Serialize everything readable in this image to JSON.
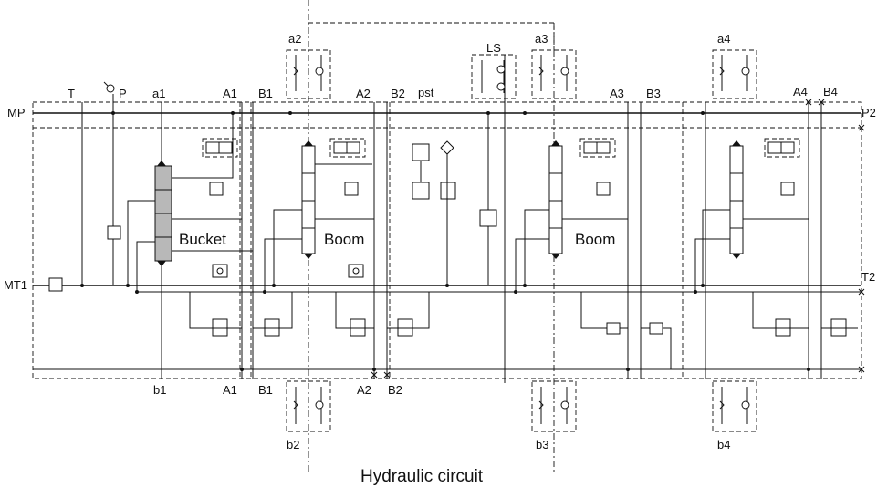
{
  "caption": "Hydraulic circuit",
  "ports_top": {
    "T": "T",
    "P": "P",
    "MP": "MP",
    "P2": "P2",
    "pst": "pst",
    "LS": "LS",
    "a1": "a1",
    "A1": "A1",
    "B1": "B1",
    "A2": "A2",
    "B2": "B2",
    "a2": "a2",
    "a3": "a3",
    "a4": "a4",
    "A3": "A3",
    "B3": "B3",
    "A4": "A4",
    "B4": "B4"
  },
  "ports_bottom": {
    "MT1": "MT1",
    "T2": "T2",
    "b1": "b1",
    "A1": "A1",
    "B1": "B1",
    "A2": "A2",
    "B2": "B2",
    "b2": "b2",
    "b3": "b3",
    "b4": "b4"
  },
  "sections": [
    {
      "label": "Bucket"
    },
    {
      "label": "Boom"
    },
    {
      "label": "Boom"
    }
  ],
  "colors": {
    "line": "#111111",
    "spool_highlight": "#b8b8b8",
    "background": "#ffffff"
  }
}
